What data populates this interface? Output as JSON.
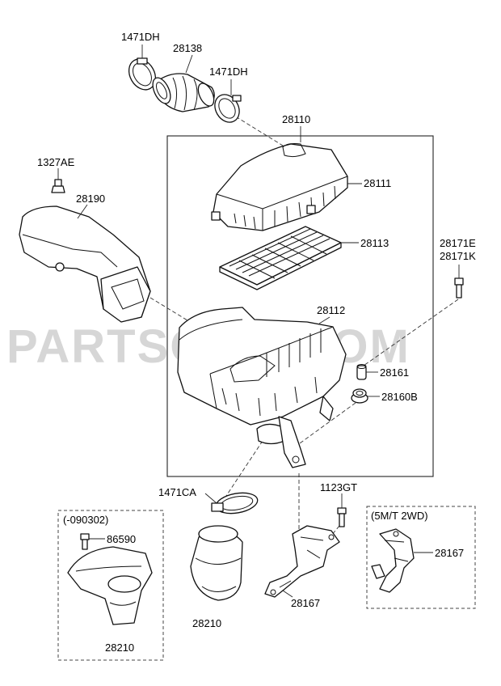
{
  "watermark": "PARTSOUQ.COM",
  "labels": {
    "clamp_top_left": "1471DH",
    "hose": "28138",
    "clamp_top_right": "1471DH",
    "assembly": "28110",
    "cover": "28111",
    "element": "28113",
    "body": "28112",
    "bolt_left": "1327AE",
    "duct_left": "28190",
    "bolt_right_1": "28171E",
    "bolt_right_2": "28171K",
    "grommet_small": "28161",
    "grommet": "28160B",
    "clamp_lower": "1471CA",
    "bolt_bracket": "1123GT",
    "resonator_center": "28210",
    "bracket_center": "28167",
    "inset_left_note": "(-090302)",
    "inset_left_screw": "86590",
    "inset_left_part": "28210",
    "inset_right_note": "(5M/T 2WD)",
    "inset_right_part": "28167"
  }
}
